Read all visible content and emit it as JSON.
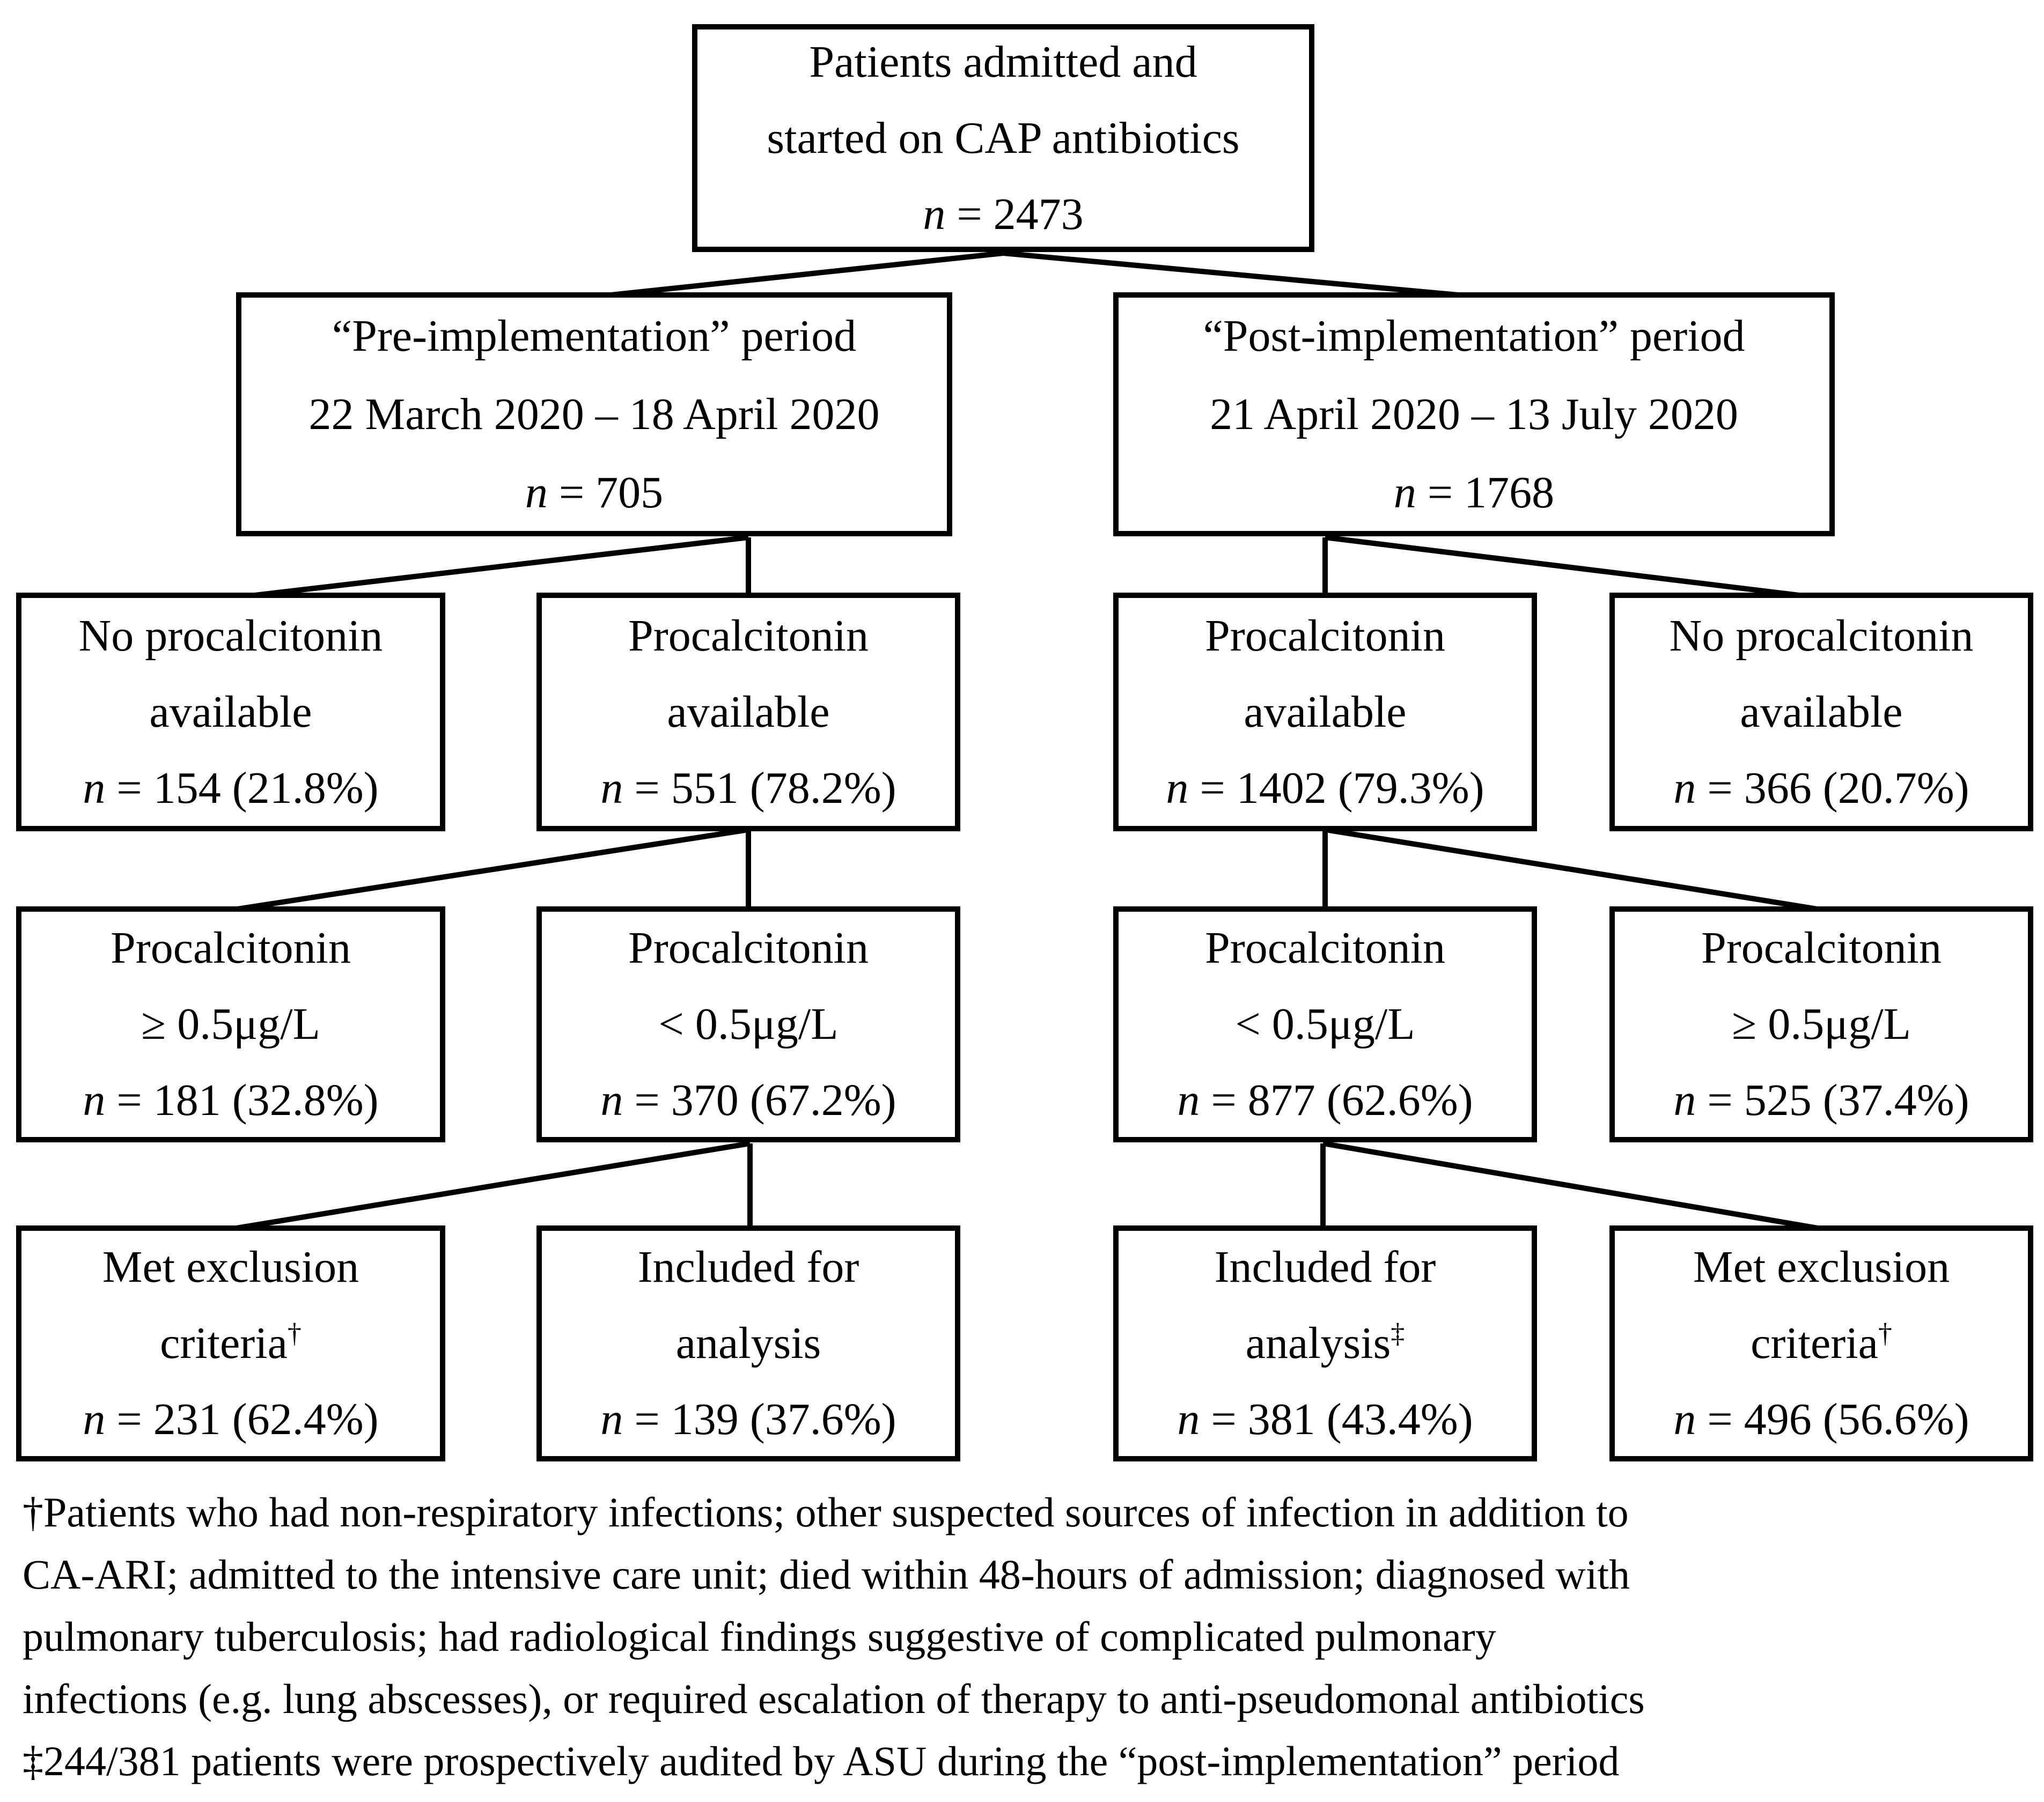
{
  "figure": {
    "boxes": {
      "root": {
        "line1": "Patients admitted and",
        "line2": "started on CAP antibiotics",
        "n_var": "n",
        "n_rest": " = 2473"
      },
      "pre": {
        "line1": "“Pre-implementation” period",
        "line2": "22 March 2020 – 18 April 2020",
        "n_var": "n",
        "n_rest": " = 705"
      },
      "post": {
        "line1": "“Post-implementation” period",
        "line2": "21 April 2020 – 13 July 2020",
        "n_var": "n",
        "n_rest": " = 1768"
      },
      "pre_no_pct": {
        "line1": "No procalcitonin",
        "line2": "available",
        "n_var": "n",
        "n_rest": " = 154 (21.8%)"
      },
      "pre_pct": {
        "line1": "Procalcitonin",
        "line2": "available",
        "n_var": "n",
        "n_rest": " = 551 (78.2%)"
      },
      "post_pct": {
        "line1": "Procalcitonin",
        "line2": "available",
        "n_var": "n",
        "n_rest": " = 1402 (79.3%)"
      },
      "post_no_pct": {
        "line1": "No procalcitonin",
        "line2": "available",
        "n_var": "n",
        "n_rest": " = 366 (20.7%)"
      },
      "pre_high": {
        "line1": "Procalcitonin",
        "line2": "≥ 0.5μg/L",
        "n_var": "n",
        "n_rest": " = 181 (32.8%)"
      },
      "pre_low": {
        "line1": "Procalcitonin",
        "line2": "< 0.5μg/L",
        "n_var": "n",
        "n_rest": " = 370 (67.2%)"
      },
      "post_low": {
        "line1": "Procalcitonin",
        "line2": "< 0.5μg/L",
        "n_var": "n",
        "n_rest": " = 877 (62.6%)"
      },
      "post_high": {
        "line1": "Procalcitonin",
        "line2": "≥ 0.5μg/L",
        "n_var": "n",
        "n_rest": " = 525 (37.4%)"
      },
      "pre_excluded": {
        "line1": "Met exclusion",
        "line2": "criteria",
        "sup": "†",
        "n_var": "n",
        "n_rest": " = 231 (62.4%)"
      },
      "pre_included": {
        "line1": "Included for",
        "line2": "analysis",
        "n_var": "n",
        "n_rest": " = 139 (37.6%)"
      },
      "post_included": {
        "line1": "Included for",
        "line2": "analysis",
        "sup": "‡",
        "n_var": "n",
        "n_rest": " = 381 (43.4%)"
      },
      "post_excluded": {
        "line1": "Met exclusion",
        "line2": "criteria",
        "sup": "†",
        "n_var": "n",
        "n_rest": " = 496 (56.6%)"
      }
    },
    "footnotes": [
      "†Patients who had non-respiratory infections; other suspected sources of infection in addition to",
      "CA-ARI; admitted to the intensive care unit; died within 48-hours of admission; diagnosed with",
      "pulmonary tuberculosis; had radiological findings suggestive of complicated pulmonary",
      "infections (e.g. lung abscesses), or required escalation of therapy to  anti-pseudomonal antibiotics",
      "‡244/381 patients were prospectively audited by ASU during the “post-implementation” period"
    ]
  }
}
